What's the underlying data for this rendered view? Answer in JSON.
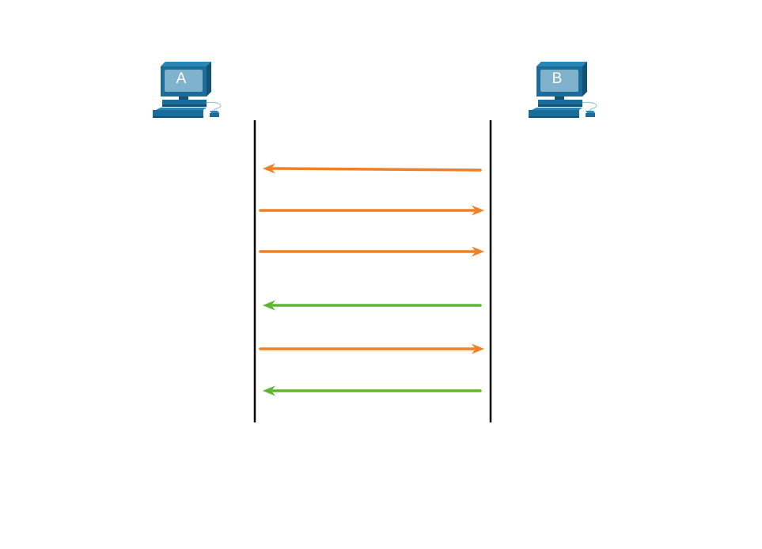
{
  "hosts": {
    "left": {
      "label": "A",
      "icon": "desktop-computer-icon"
    },
    "right": {
      "label": "B",
      "icon": "desktop-computer-icon"
    }
  },
  "colors": {
    "monitor_frame": "#1b6c98",
    "monitor_dark": "#135274",
    "screen": "#7fb2cd",
    "timeline": "#000000",
    "orange_arrow": "#f07f26",
    "green_arrow": "#5db731"
  },
  "messages": [
    {
      "from": "B",
      "to": "A",
      "color": "orange"
    },
    {
      "from": "A",
      "to": "B",
      "color": "orange"
    },
    {
      "from": "A",
      "to": "B",
      "color": "orange"
    },
    {
      "from": "B",
      "to": "A",
      "color": "green"
    },
    {
      "from": "A",
      "to": "B",
      "color": "orange"
    },
    {
      "from": "B",
      "to": "A",
      "color": "green"
    }
  ]
}
